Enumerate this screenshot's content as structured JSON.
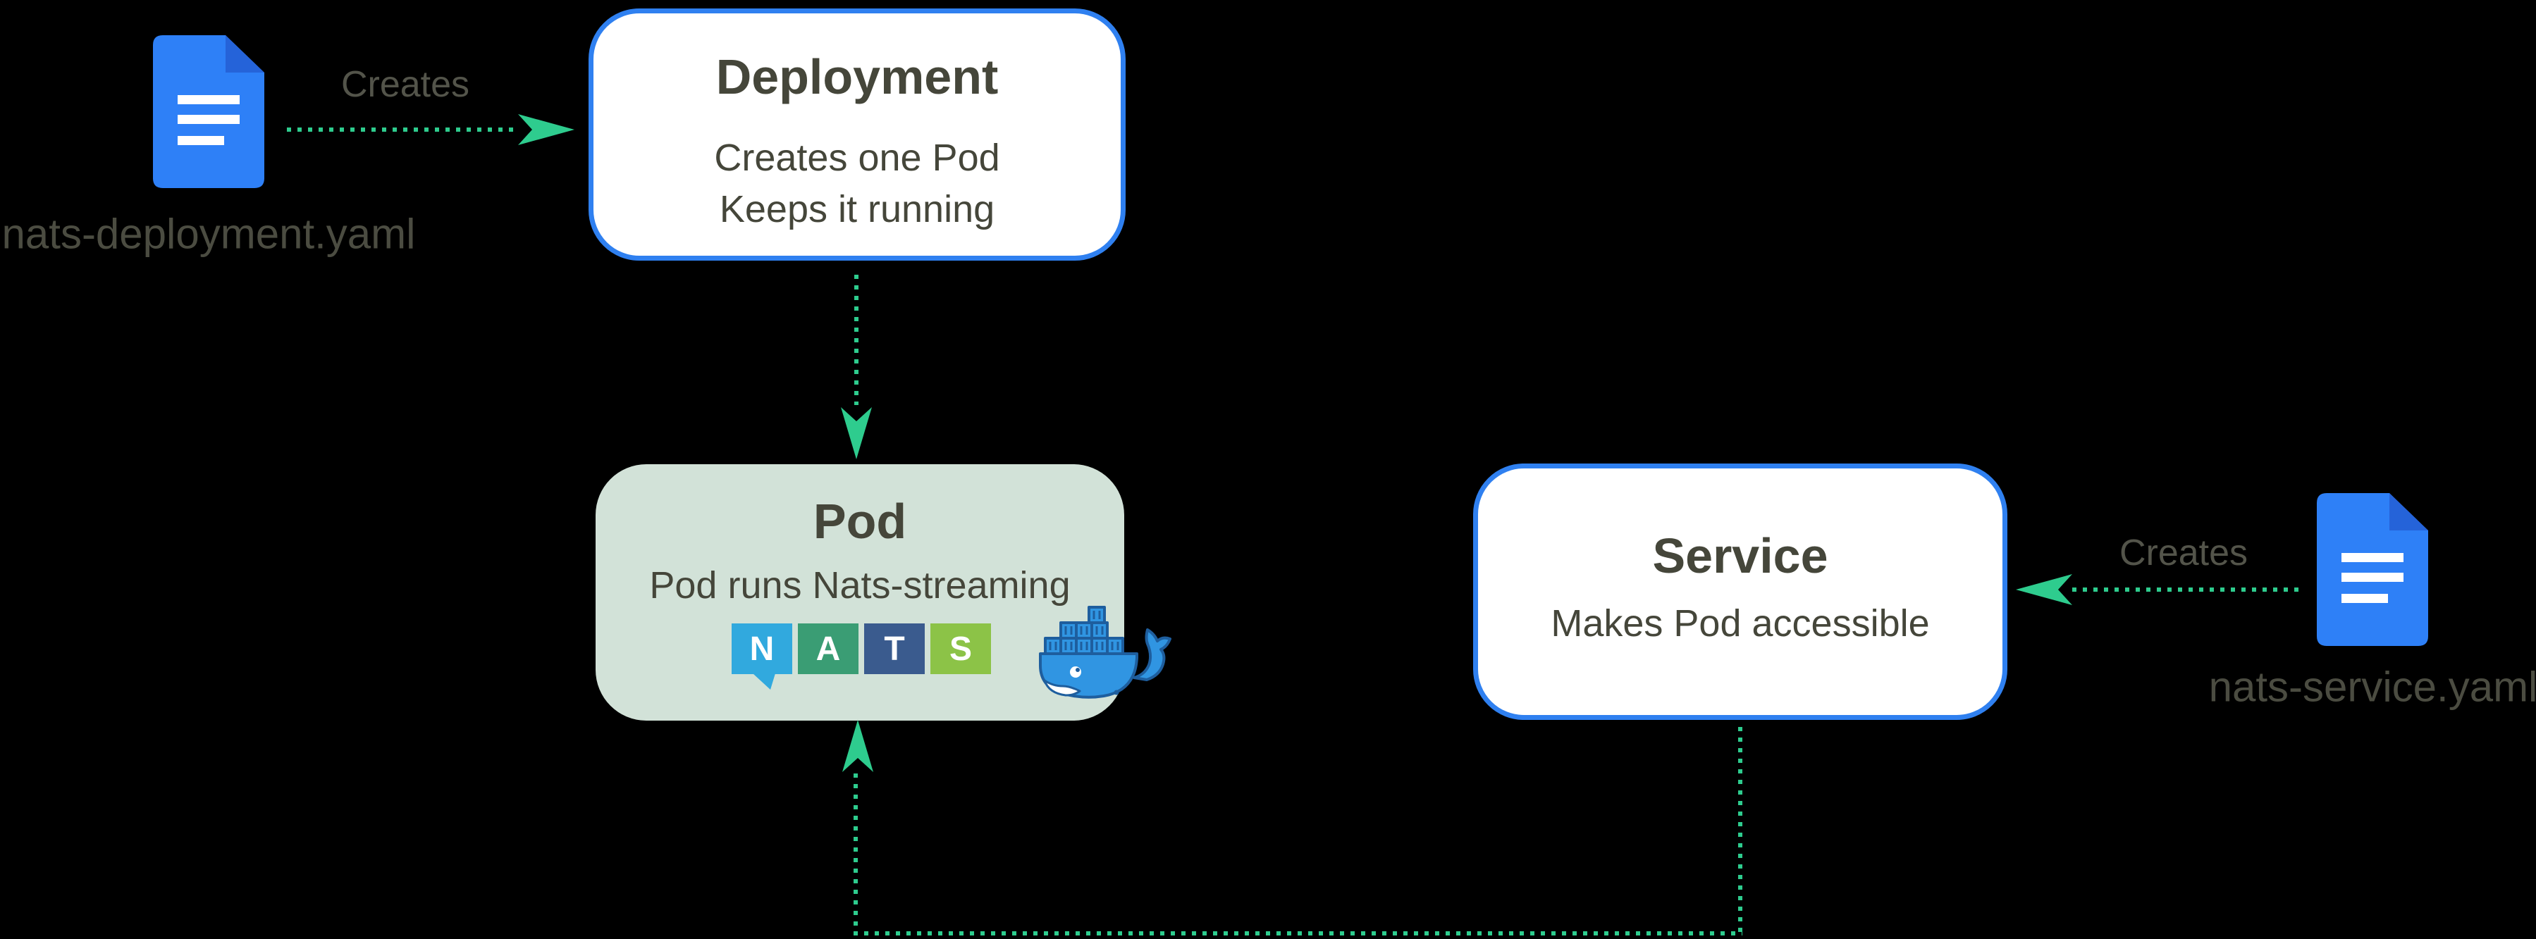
{
  "diagram": {
    "deployment": {
      "title": "Deployment",
      "lines": [
        "Creates one Pod",
        "Keeps it running"
      ]
    },
    "pod": {
      "title": "Pod",
      "body": "Pod runs Nats-streaming"
    },
    "service": {
      "title": "Service",
      "body": "Makes Pod accessible"
    },
    "files": {
      "deployment_yaml": {
        "label": "nats-deployment.yaml"
      },
      "service_yaml": {
        "label": "nats-service.yaml"
      }
    },
    "arrows": {
      "left_creates_label": "Creates",
      "right_creates_label": "Creates"
    },
    "nats_logo": {
      "letters": [
        "N",
        "A",
        "T",
        "S"
      ]
    }
  },
  "icons": [
    "yaml-file-icon-left",
    "yaml-file-icon-right",
    "nats-logo",
    "docker-whale-icon",
    "arrow-right-icon",
    "arrow-left-icon",
    "arrow-down-icon",
    "arrow-up-icon"
  ],
  "colors": {
    "green": "#2ecc8e",
    "blue_border": "#2f80f0",
    "pod_fill": "#d2e2d8",
    "doc_blue": "#2e80f7",
    "doc_fold": "#2563d9",
    "whale_blue": "#3095e2",
    "whale_outline": "#1e5e9e",
    "nats_n": "#31a9de",
    "nats_a": "#3a9d74",
    "nats_t": "#3a5b8e",
    "nats_s": "#8cc347",
    "text_dark": "#45463a",
    "text_muted": "#4b4c41",
    "text_creates": "#53544a",
    "background": "#000000"
  }
}
